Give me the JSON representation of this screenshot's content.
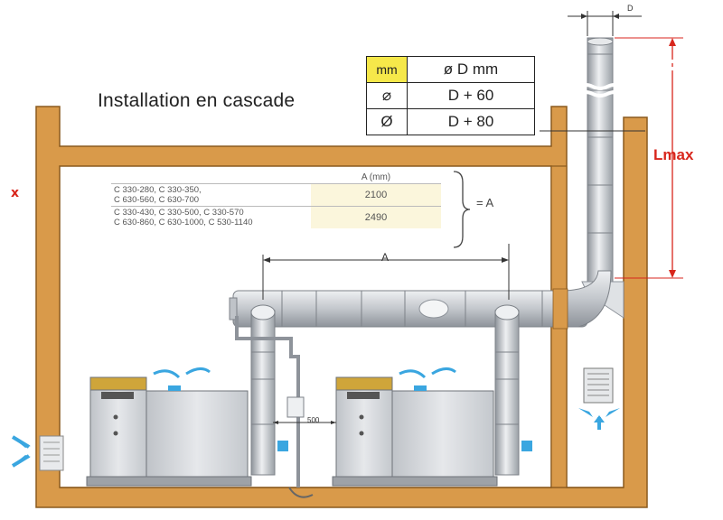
{
  "title": "Installation en cascade",
  "x_mark": "x",
  "diameter_table": {
    "header": [
      "mm",
      "ø D mm"
    ],
    "rows": [
      {
        "symbol": "⌀",
        "value": "D + 60"
      },
      {
        "symbol": "Ø",
        "value": "D + 80"
      }
    ]
  },
  "models_table": {
    "header": "A (mm)",
    "rows": [
      {
        "models": [
          "C 330-280, C 330-350,",
          "C 630-560, C 630-700"
        ],
        "value": "2100"
      },
      {
        "models": [
          "C 330-430, C 330-500, C 330-570",
          "C 630-860, C 630-1000, C 530-1140"
        ],
        "value": "2490"
      }
    ],
    "equals_label": "= A"
  },
  "dimensions": {
    "a_label": "A",
    "d_label": "D",
    "lmax_label": "Lmax",
    "spacing_label": "500"
  },
  "colors": {
    "wall": "#d99a4a",
    "wall_edge": "#8a5a1e",
    "pipe": "#c9ccd1",
    "pipe_dark": "#8e939a",
    "boiler": "#d9dbdf",
    "arrow_blue": "#3aa6e0",
    "accent_red": "#d8261c",
    "table_header_yellow": "#f6e84a"
  }
}
